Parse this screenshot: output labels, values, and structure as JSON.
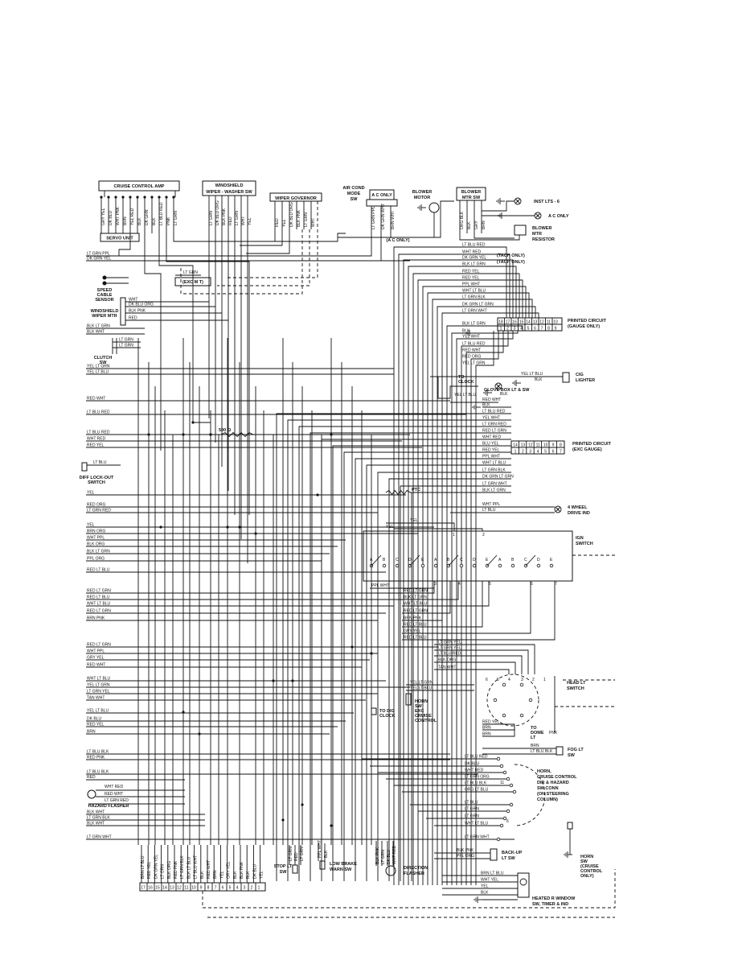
{
  "components": {
    "cruise_amp": "CRUISE CONTROL AMP",
    "servo_unit": "SERVO UNIT",
    "windshield_switch": [
      "WINDSHIELD",
      "WIPER - WASHER SW"
    ],
    "wiper_governor": "WIPER GOVERNOR",
    "air_cond_sw": [
      "AIR COND",
      "MODE",
      "SW"
    ],
    "ac_only_top": "A C ONLY",
    "ac_only_bottom": "(A C ONLY)",
    "blower_motor": [
      "BLOWER",
      "MOTOR"
    ],
    "blower_switch": [
      "BLOWER",
      "MTR  SW"
    ],
    "inst_lts": "INST  LTS  -  6",
    "ac_only_right": "A C ONLY",
    "blower_resistor": [
      "BLOWER",
      "MTR",
      "RESISTOR"
    ],
    "speed_sensor": [
      "SPEED",
      "CABLE",
      "SENSOR"
    ],
    "exc_mt": "(EXC M T)",
    "wiper_motor": [
      "WINDSHIELD",
      "WIPER MTR"
    ],
    "clutch_sw": [
      "CLUTCH",
      "SW"
    ],
    "tach_only_1": "(TACH ONLY)",
    "tach_only_2": "(TACH ONLY)",
    "pc_gauge": [
      "PRINTED CIRCUIT",
      "(GAUGE ONLY)"
    ],
    "to_clock": [
      "TO",
      "CLOCK"
    ],
    "glove_box": "GLOVE BOX LT  &  SW",
    "cig_lighter": [
      "CIG",
      "LIGHTER"
    ],
    "resistor_500": "500  Ω",
    "pc_exc_gauge": [
      "PRINTED CIRCUIT",
      "(EXC GAUGE)"
    ],
    "diff_lockout": [
      "DIFF LOCK-OUT",
      "SWITCH"
    ],
    "resistor_ptc": "PTC",
    "four_wd": [
      "4 WHEEL",
      "DRIVE IND"
    ],
    "ign_switch": [
      "IGN",
      "SWITCH"
    ],
    "head_lt_switch": [
      "HEAD LT",
      "SWITCH"
    ],
    "horn_sw": [
      "HORN",
      "SW",
      "EXC",
      "CRUISE",
      "CONTROL"
    ],
    "to_dig_clock": [
      "TO DIG",
      "CLOCK"
    ],
    "to_dome_lt": [
      "TO",
      "DOME",
      "LT"
    ],
    "fog_lt_sw": [
      "FOG LT",
      "SW"
    ],
    "horn_conn": [
      "HORN,",
      "CRUISE CONTROL",
      "DIR & HAZARD",
      "SW CONN",
      "(ON STEERING",
      "COLUMN)"
    ],
    "hazard_flasher": "HAZARD FLASHER",
    "back_up_sw": [
      "BACK-UP",
      "LT  SW"
    ],
    "horn_cruise_sw": [
      "HORN",
      "SW",
      "(CRUISE",
      "CONTROL",
      "ONLY)"
    ],
    "stop_lt_sw": [
      "STOP LT",
      "SW"
    ],
    "low_brake_sw": [
      "LOW BRAKE",
      "WARN SW"
    ],
    "direction_flasher": [
      "DIRECTION",
      "FLASHER"
    ],
    "heated_window": [
      "HEATED R  WINDOW",
      "SW, TIMER & IND"
    ]
  },
  "wires": {
    "cruise_amp": [
      "GRY YEL",
      "DK BLU",
      "WHT PNK",
      "BRN",
      "YEL RED",
      "BLK",
      "DK GRN",
      "BLK",
      "LT BLU RED",
      "PNK",
      "LT GRN"
    ],
    "windshield": [
      "LT GRN",
      "DK BLU ORG",
      "BLK PNK",
      "RED",
      "LT GRN",
      "WHT",
      "YEL"
    ],
    "governor": [
      "RED",
      "YEL",
      "DK BLU ORG",
      "BLK PNK",
      "LT GRN",
      "WHT"
    ],
    "ac_mode": [
      "LT GRN PPL",
      "DK GRN WHT",
      "BRN WHT"
    ],
    "blower_sw": [
      "ORG BLK",
      "BLK",
      "GRY",
      "BRN"
    ],
    "left_upper": [
      "LT GRN PPL",
      "DK GRN YEL",
      "WHT",
      "DK BLU ORG",
      "BLK PNK",
      "RED",
      "BLK LT GRN",
      "BLK WHT",
      "LT GRN",
      "LT GRN",
      "YEL LT GRN",
      "YEL LT BLU",
      "RED WHT",
      "LT BLU RED"
    ],
    "left_mid": [
      "LT BLU RED",
      "WHT RED",
      "RED YEL",
      "LT BLU",
      "YEL",
      "RED ORG",
      "LT GRN RED",
      "YEL",
      "BRN ORG",
      "WHT PPL",
      "BLK ORG",
      "BLK LT GRN",
      "PPL ORG",
      "RED LT BLU"
    ],
    "left_lower": [
      "RED LT GRN",
      "RED LT BLU",
      "WHT LT BLU",
      "RED LT GRN",
      "BRN PNK",
      "RED LT GRN",
      "WHT PPL",
      "GRY YEL",
      "RED WHT",
      "WHT LT BLU",
      "YEL LT GRN",
      "LT GRN YEL",
      "TAN WHT",
      "YEL LT BLU",
      "DK BLU",
      "RED YEL",
      "BRN",
      "LT BLU BLK",
      "RED PNK",
      "LT BLU BLK",
      "RED",
      "WHT RED",
      "RED WHT",
      "LT GRN RED",
      "BLK WHT",
      "LT GRN BLK",
      "BLK WHT",
      "LT GRN WHT"
    ],
    "gauge_pc": [
      "LT BLU RED",
      "WHT RED",
      "DK GRN YEL",
      "BLK LT GRN",
      "RED YEL",
      "RED YEL",
      "PPL WHT",
      "WHT LT BLU",
      "LT GRN BLK",
      "DK GRN LT GRN",
      "LT GRN WHT",
      "BLK LT GRN",
      "BLK",
      "YEL WHT",
      "LT BLU RED",
      "RED WHT",
      "RED ORG",
      "YEL LT GRN"
    ],
    "gauge_pins_top": [
      "18",
      "17",
      "16",
      "15",
      "14",
      "13",
      "12",
      "11",
      "10"
    ],
    "gauge_pins_bottom": [
      "1",
      "2",
      "3",
      "4",
      "5",
      "6",
      "7",
      "8",
      "9"
    ],
    "cig": [
      "YEL LT BLU",
      "BLK",
      "YEL LT BLU",
      "BLK",
      "RED WHT"
    ],
    "exc_pc": [
      "BLK",
      "LT BLU RED",
      "YEL WHT",
      "LT GRN RED",
      "RED LT GRN",
      "WHT RED",
      "BLU YEL",
      "RED YEL",
      "PPL WHT",
      "WHT LT BLU",
      "LT GRN BLK",
      "DK GRN LT GRN",
      "LT GRN WHT",
      "BLK LT GRN"
    ],
    "exc_pins_top": [
      "14",
      "13",
      "12",
      "11",
      "10",
      "9",
      "8"
    ],
    "exc_pins_bottom": [
      "1",
      "2",
      "3",
      "4",
      "5",
      "6",
      "7"
    ],
    "four_wd": [
      "WHT PPL",
      "LT BLU"
    ],
    "ign": [
      "YEL",
      "YEL",
      "PPL WHT",
      "RED LT GRN",
      "BLK LT GRN",
      "WHT LT BLU",
      "RED LT GRN",
      "BRN PNK",
      "RED LT BLU",
      "GRY YEL",
      "RED LT BLU"
    ],
    "ign_letters": [
      "A",
      "B",
      "C",
      "D",
      "E",
      "A",
      "B",
      "C",
      "D",
      "E",
      "A",
      "B",
      "C",
      "D",
      "E"
    ],
    "ign_terminals": [
      "1",
      "2",
      "3",
      "4",
      "5",
      "6",
      "7"
    ],
    "headlt": [
      "LT GRN YEL",
      "LT GRN YEL",
      "LT BLU RED",
      "BLK ORG",
      "TAN WHT",
      "YEL LT GRN",
      "YEL LT BLU",
      "RED YEL",
      "BRN",
      "BRN",
      "PNK"
    ],
    "headlt_pins": [
      "1",
      "2",
      "3",
      "4",
      "5",
      "6"
    ],
    "horn_conn": [
      "LT BLU RED",
      "DK BLU",
      "WHT RED",
      "LT GRN ORG",
      "LT BLU BLK",
      "ORG LT BLU",
      "LT BLU",
      "LT GRN",
      "LT GRN",
      "WHT LT BLU",
      "LT GRN WHT"
    ],
    "horn_pins": [
      "1",
      "2",
      "3",
      "4",
      "5",
      "6",
      "7",
      "8",
      "9",
      "10",
      "11"
    ],
    "fog": [
      "BRN",
      "LT BLU BLK"
    ],
    "backup": [
      "BLK PNK",
      "PPL ORG"
    ],
    "heated": [
      "BRN LT BLU",
      "WHT YEL",
      "YEL",
      "BLK"
    ],
    "bottom_conn": [
      "BRN LT BLU",
      "RED YEL",
      "DK GRN YEL",
      "LT GRN",
      "BLK ORG",
      "RED PNK",
      "LT GRN BLK",
      "BLK LT BLU",
      "LT BLU WHT",
      "BLK",
      "RED WHT",
      "BRN",
      "YEL",
      "GRY YEL",
      "BLK",
      "BLK PNK",
      "BLK",
      "DK BLU",
      "YEL"
    ],
    "bottom_pins": [
      "17",
      "16",
      "15",
      "14",
      "13",
      "12",
      "11",
      "10",
      "9",
      "8",
      "7",
      "6",
      "5",
      "4",
      "3",
      "2",
      "1"
    ],
    "stop_lt": [
      "LT GRN",
      "RED",
      "LT GRN"
    ],
    "brake": [
      "PPL WHT",
      "BLK"
    ],
    "flasher": [
      "BLK PNK",
      "LT GRN",
      "DK BLU",
      "WHT RED"
    ]
  }
}
